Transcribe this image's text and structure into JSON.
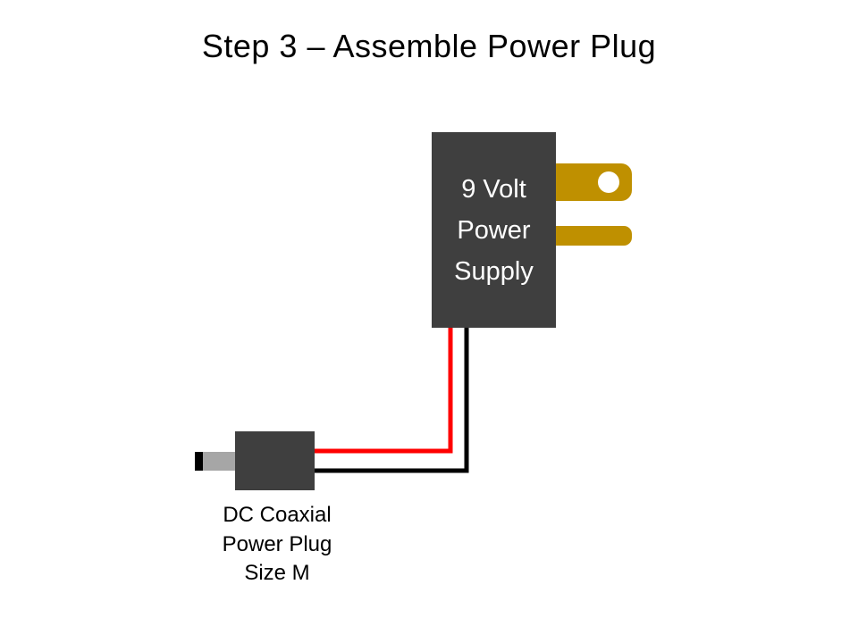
{
  "slide": {
    "title": "Step 3 – Assemble Power Plug"
  },
  "power_supply": {
    "label": "9 Volt\nPower\nSupply"
  },
  "dc_plug": {
    "caption": "DC Coaxial\nPower Plug\nSize M"
  },
  "colors": {
    "background": "#FFFFFF",
    "title-black": "#000000",
    "box-gray": "#3F3F3F",
    "prong-gold": "#BF9000",
    "barrel-gray": "#A6A6A6",
    "wire-red": "#FF0000",
    "wire-black": "#000000",
    "label-white": "#FFFFFF"
  }
}
